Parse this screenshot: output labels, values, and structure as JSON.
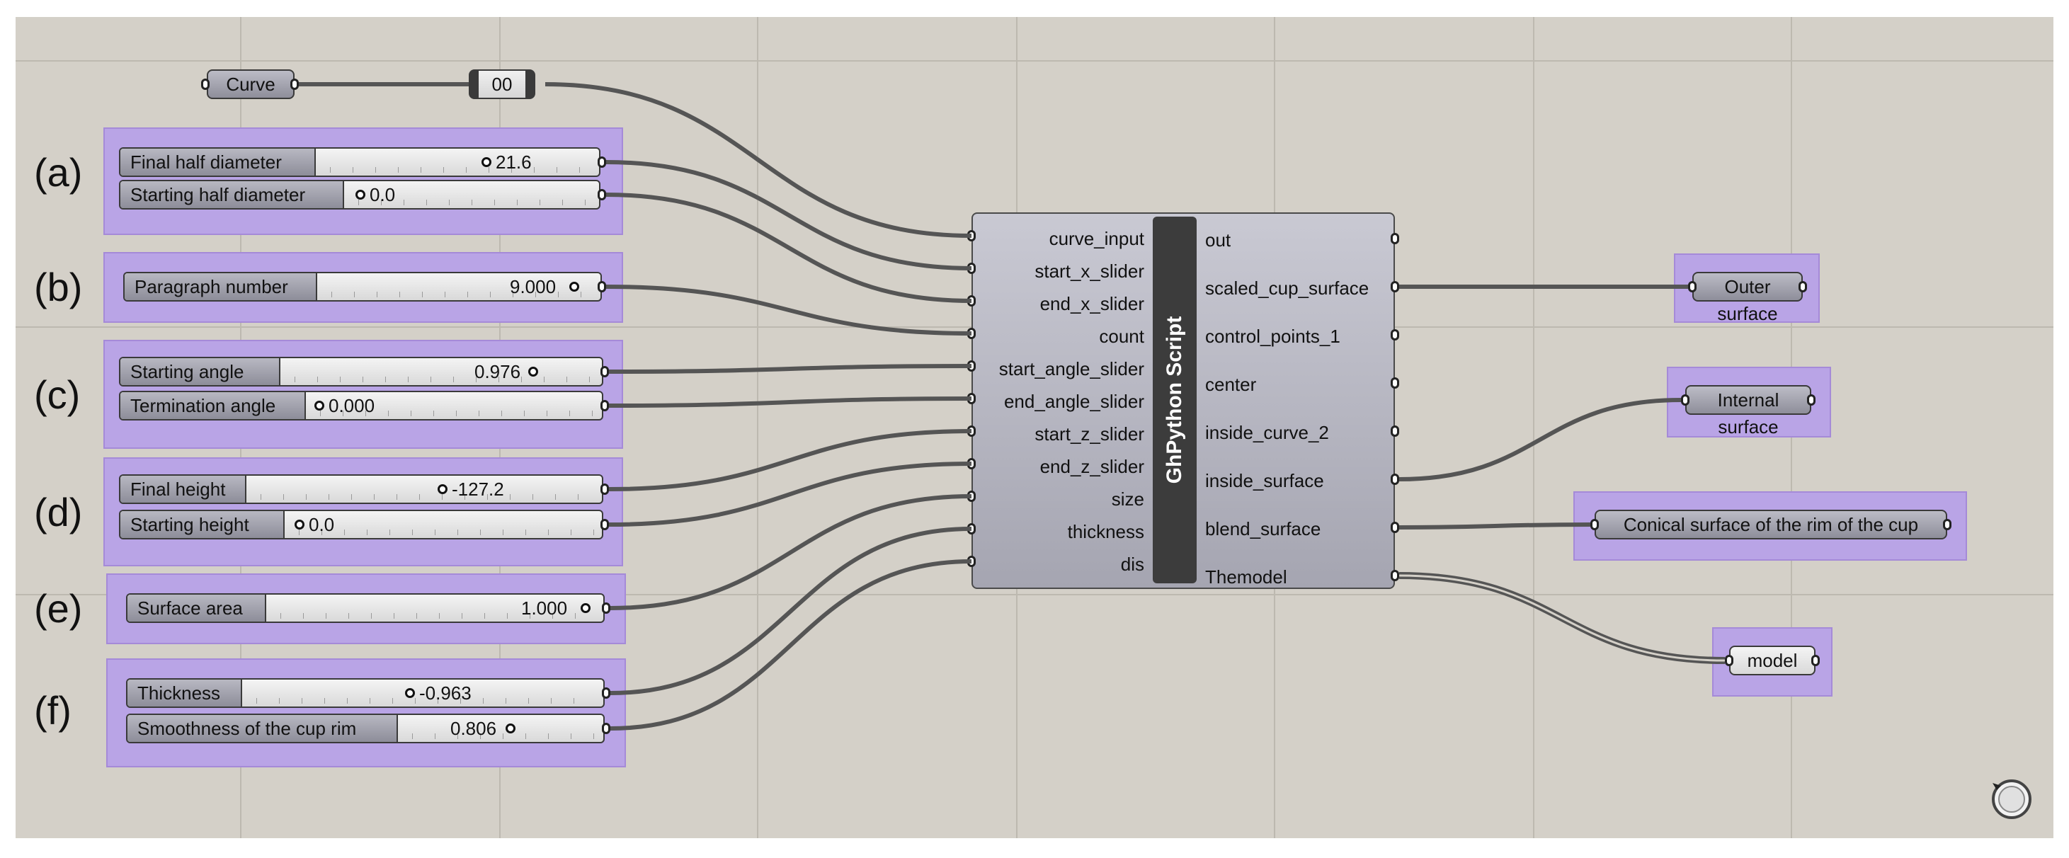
{
  "curve_param": "Curve",
  "data_param": "00",
  "groups": [
    {
      "letter": "(a)",
      "sliders": [
        {
          "name": "Final half diameter",
          "value": "21.6"
        },
        {
          "name": "Starting half diameter",
          "value": "0.0"
        }
      ]
    },
    {
      "letter": "(b)",
      "sliders": [
        {
          "name": "Paragraph number",
          "value": "9.000"
        }
      ]
    },
    {
      "letter": "(c)",
      "sliders": [
        {
          "name": "Starting angle",
          "value": "0.976"
        },
        {
          "name": "Termination angle",
          "value": "0.000"
        }
      ]
    },
    {
      "letter": "(d)",
      "sliders": [
        {
          "name": "Final height",
          "value": "-127.2"
        },
        {
          "name": "Starting height",
          "value": "0.0"
        }
      ]
    },
    {
      "letter": "(e)",
      "sliders": [
        {
          "name": "Surface area",
          "value": "1.000"
        }
      ]
    },
    {
      "letter": "(f)",
      "sliders": [
        {
          "name": "Thickness",
          "value": "-0.963"
        },
        {
          "name": "Smoothness of the cup rim",
          "value": "0.806"
        }
      ]
    }
  ],
  "script_node": {
    "title": "GhPython Script",
    "inputs": [
      "curve_input",
      "start_x_slider",
      "end_x_slider",
      "count",
      "start_angle_slider",
      "end_angle_slider",
      "start_z_slider",
      "end_z_slider",
      "size",
      "thickness",
      "dis"
    ],
    "outputs": [
      "out",
      "scaled_cup_surface",
      "control_points_1",
      "center",
      "inside_curve_2",
      "inside_surface",
      "blend_surface",
      "Themodel"
    ]
  },
  "output_params": {
    "outer": "Outer surface",
    "internal": "Internal surface",
    "conical": "Conical surface of the rim of the cup",
    "model": "model"
  },
  "colors": {
    "canvas": "#d4d0c8",
    "group": "#b9a4e6",
    "wire": "#555555"
  }
}
